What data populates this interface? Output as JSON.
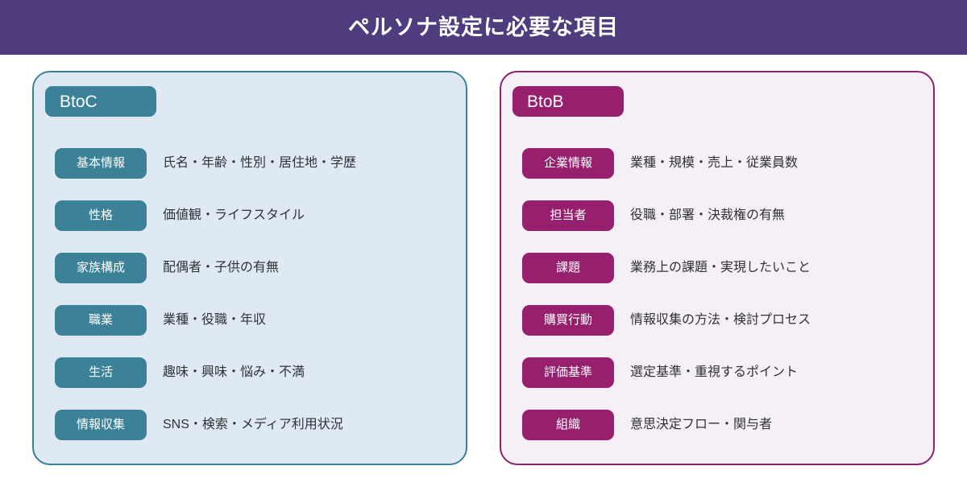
{
  "header": {
    "title": "ペルソナ設定に必要な項目",
    "background_color": "#4e3c7e",
    "text_color": "#ffffff"
  },
  "cards": [
    {
      "id": "btoc",
      "badge_label": "BtoC",
      "accent_color": "#3b8299",
      "background_color": "#dfe9f3",
      "border_color": "#3b8299",
      "rows": [
        {
          "label": "基本情報",
          "description": "氏名・年齢・性別・居住地・学歴"
        },
        {
          "label": "性格",
          "description": "価値観・ライフスタイル"
        },
        {
          "label": "家族構成",
          "description": "配偶者・子供の有無"
        },
        {
          "label": "職業",
          "description": "業種・役職・年収"
        },
        {
          "label": "生活",
          "description": "趣味・興味・悩み・不満"
        },
        {
          "label": "情報収集",
          "description": "SNS・検索・メディア利用状況"
        }
      ]
    },
    {
      "id": "btob",
      "badge_label": "BtoB",
      "accent_color": "#96206e",
      "background_color": "#f6eff5",
      "border_color": "#8d216d",
      "rows": [
        {
          "label": "企業情報",
          "description": "業種・規模・売上・従業員数"
        },
        {
          "label": "担当者",
          "description": "役職・部署・決裁権の有無"
        },
        {
          "label": "課題",
          "description": "業務上の課題・実現したいこと"
        },
        {
          "label": "購買行動",
          "description": "情報収集の方法・検討プロセス"
        },
        {
          "label": "評価基準",
          "description": "選定基準・重視するポイント"
        },
        {
          "label": "組織",
          "description": "意思決定フロー・関与者"
        }
      ]
    }
  ]
}
